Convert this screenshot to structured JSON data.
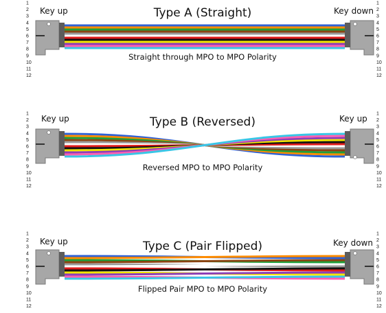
{
  "fiber_count": 12,
  "fiber_colors": [
    "#2e62d6",
    "#ff8c00",
    "#1f9e3a",
    "#8b4513",
    "#9a9a9a",
    "#ffffff",
    "#e01c1c",
    "#111111",
    "#f2e600",
    "#8b3fb8",
    "#ff5fb0",
    "#39c6e6"
  ],
  "connector_colors": {
    "body": "#a7a7a7",
    "outline": "#7a7a7a",
    "dark": "#5c5c5c",
    "key_mark": "#333333"
  },
  "diagrams": [
    {
      "id": "type-a",
      "title": "Type A (Straight)",
      "left_key": "Key up",
      "right_key": "Key down",
      "caption": "Straight through MPO to MPO Polarity",
      "mapping": "straight"
    },
    {
      "id": "type-b",
      "title": "Type B (Reversed)",
      "left_key": "Key up",
      "right_key": "Key up",
      "caption": "Reversed MPO to MPO Polarity",
      "mapping": "reversed"
    },
    {
      "id": "type-c",
      "title": "Type C (Pair Flipped)",
      "left_key": "Key up",
      "right_key": "Key down",
      "caption": "Flipped Pair MPO to MPO Polarity",
      "mapping": "pair-flipped"
    }
  ]
}
